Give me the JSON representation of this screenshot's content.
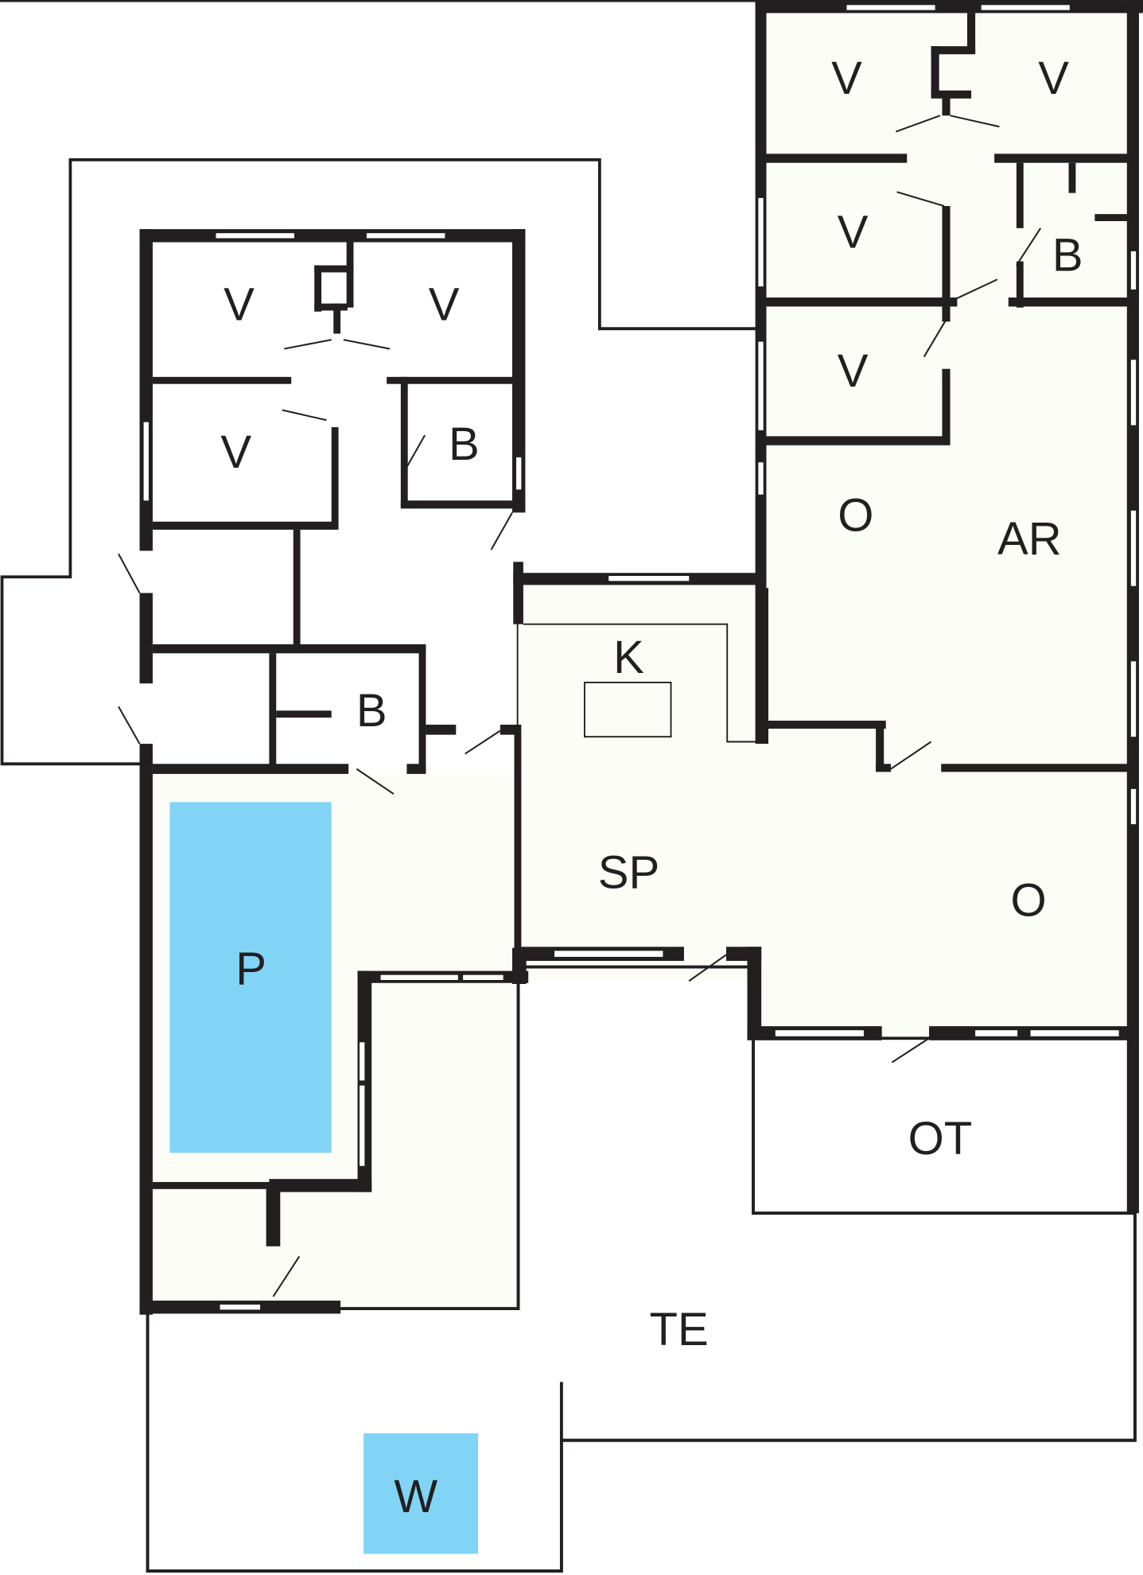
{
  "floor_plan": {
    "colors": {
      "wall": "#231f20",
      "floor": "#fdfdf8",
      "water": "#82d4f7"
    },
    "rooms": {
      "bedroom_ne_tl": "V",
      "bedroom_ne_tr": "V",
      "bedroom_ne_ml": "V",
      "bath_ne": "B",
      "bedroom_ne_bl": "V",
      "bedroom_w_tl": "V",
      "bedroom_w_tr": "V",
      "bedroom_w_ml": "V",
      "bath_w": "B",
      "bath_mid": "B",
      "living_north": "O",
      "activity_room": "AR",
      "kitchen": "K",
      "dining": "SP",
      "living_south": "O",
      "pool": "P",
      "covered_terrace": "OT",
      "terrace": "TE",
      "whirlpool": "W"
    }
  }
}
